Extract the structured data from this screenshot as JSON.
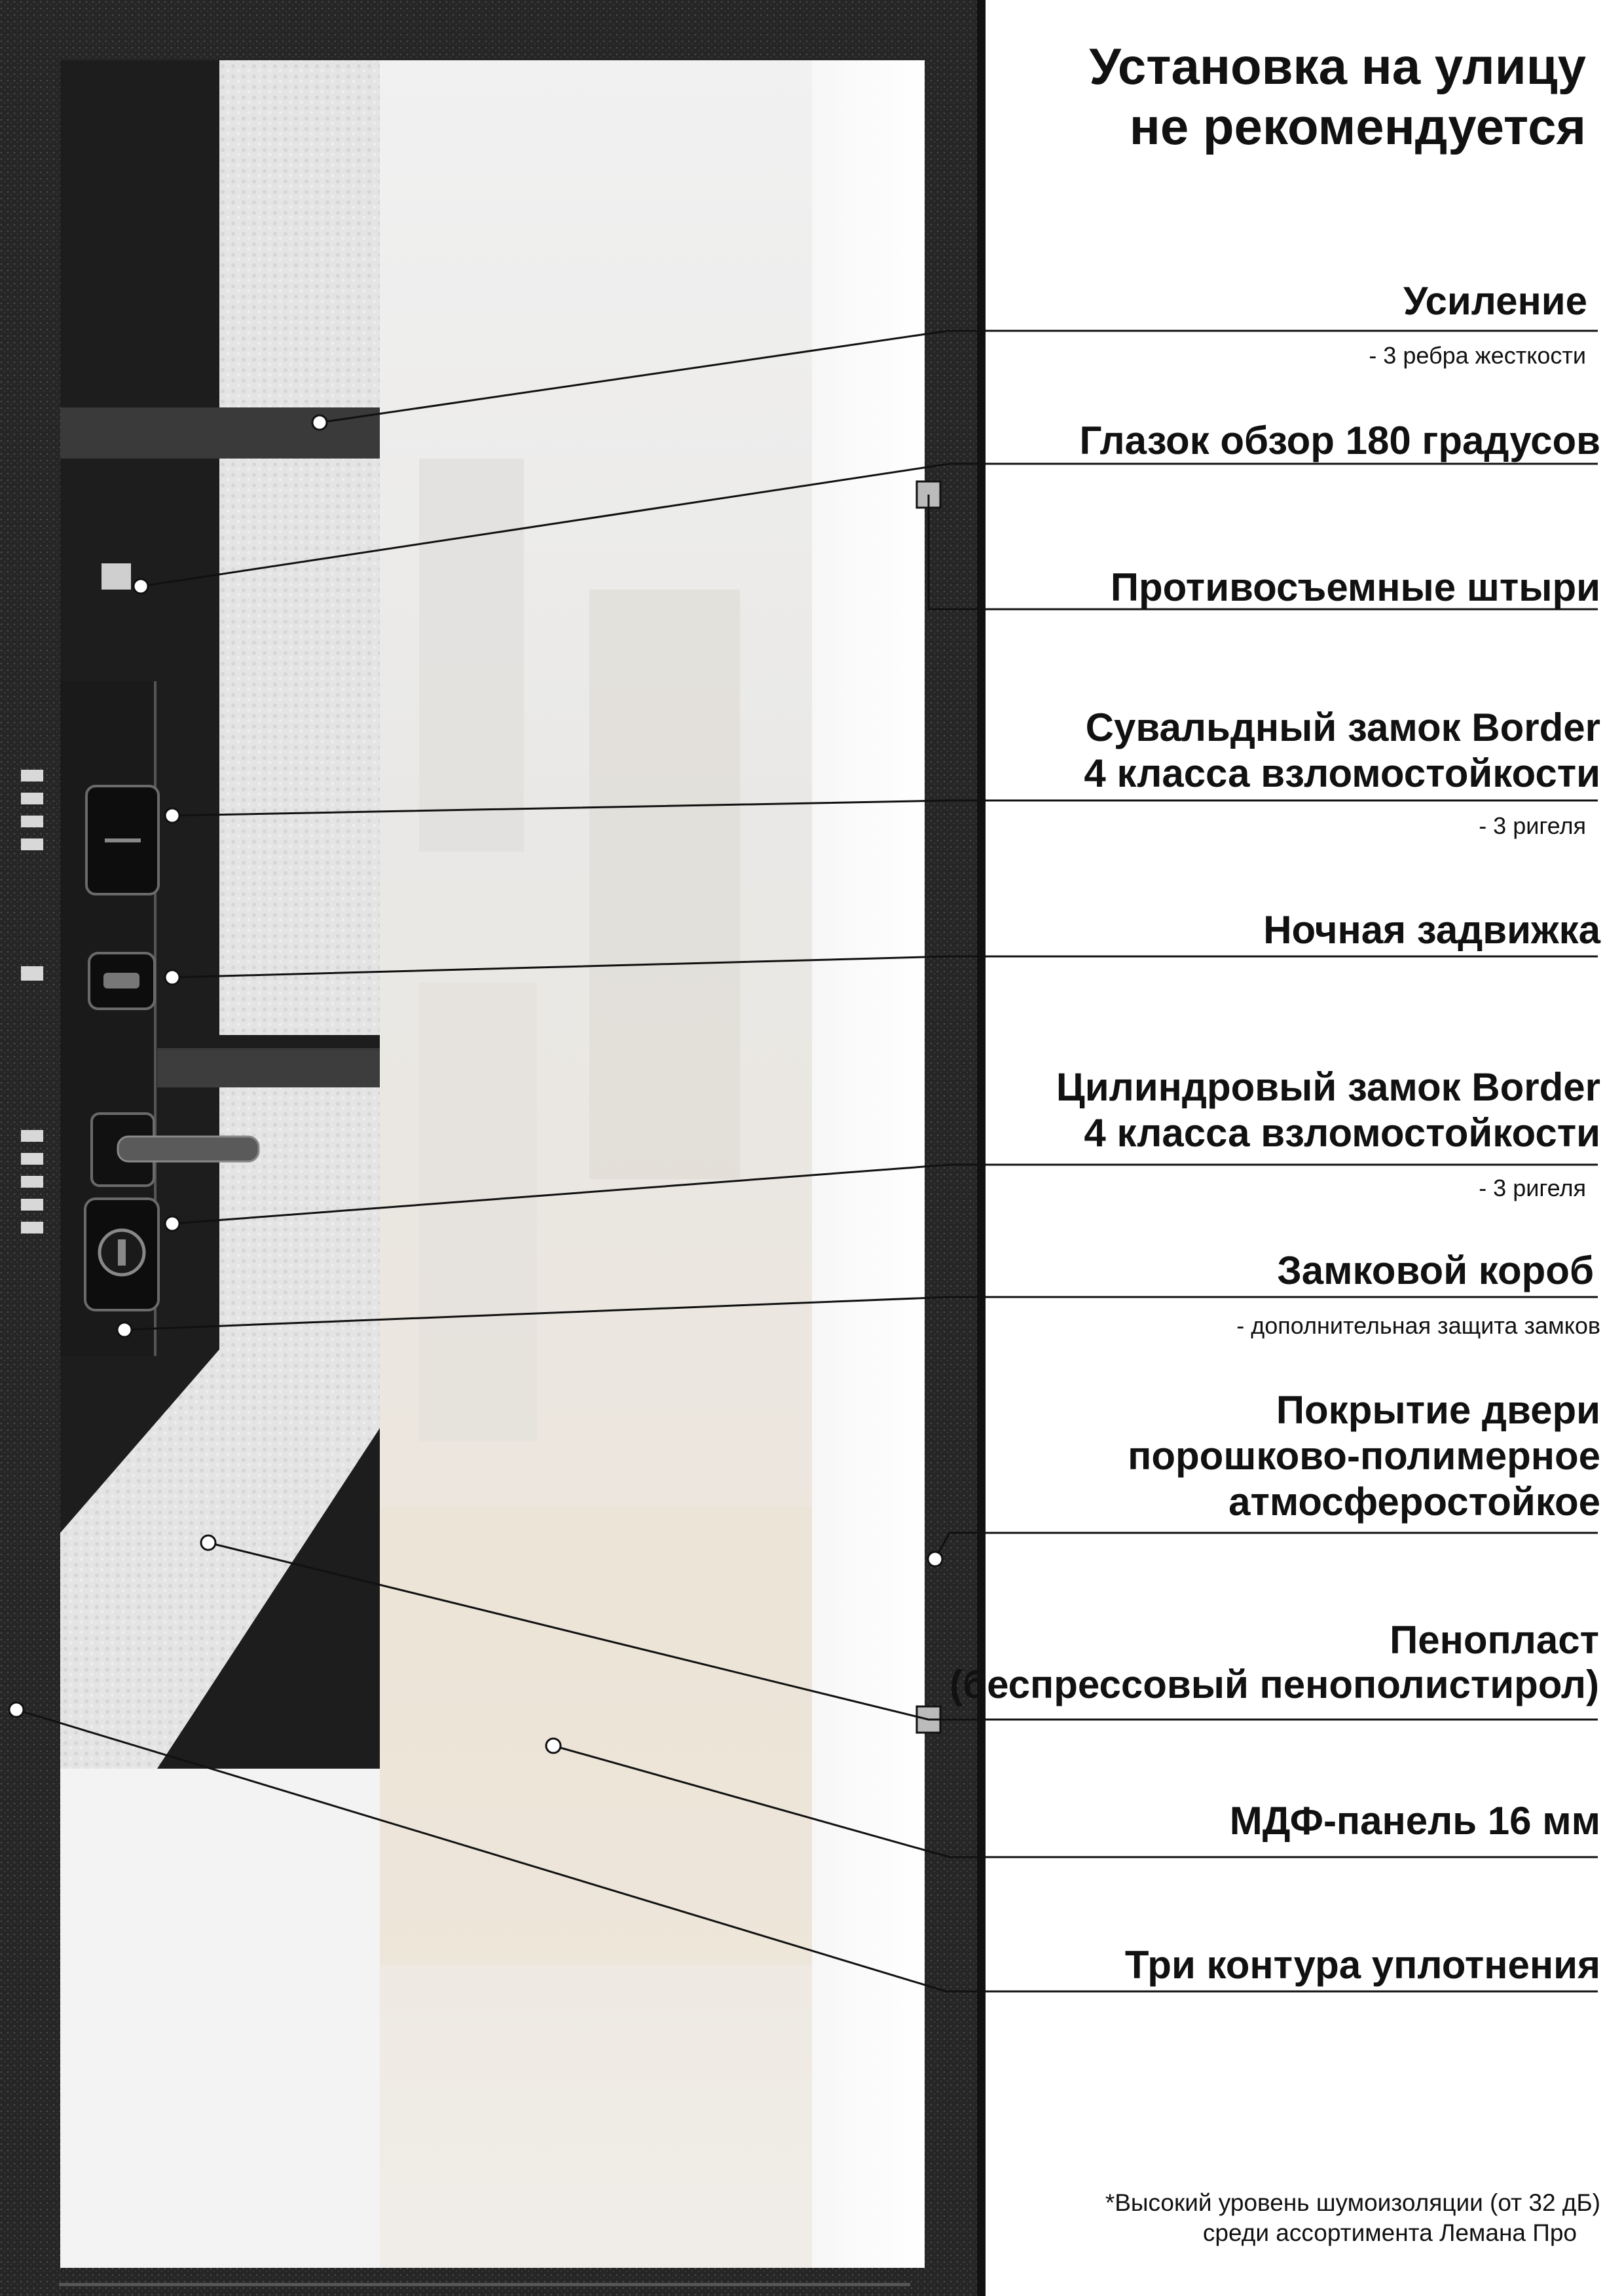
{
  "header": {
    "line1": "Установка на улицу",
    "line2": "не рекомендуется"
  },
  "features": {
    "reinforcement": {
      "title": "Усиление",
      "note": "- 3 ребра жесткости"
    },
    "peephole": {
      "title": "Глазок обзор 180 градусов"
    },
    "anti_removal_pins": {
      "title": "Противосъемные штыри"
    },
    "lever_lock": {
      "line1": "Сувальдный замок Border",
      "line2": "4 класса взломостойкости",
      "note": "- 3 ригеля"
    },
    "night_latch": {
      "title": "Ночная задвижка"
    },
    "cylinder_lock": {
      "line1": "Цилиндровый замок Border",
      "line2": "4 класса взломостойкости",
      "note": "- 3 ригеля"
    },
    "lock_box": {
      "title": "Замковой короб",
      "note": "- дополнительная защита замков"
    },
    "coating": {
      "line1": "Покрытие двери",
      "line2": "порошково-полимерное",
      "line3": "атмосферостойкое"
    },
    "foam": {
      "line1": "Пенопласт",
      "line2": "(беспрессовый пенополистирол)"
    },
    "mdf_panel": {
      "title": "МДФ-панель 16 мм"
    },
    "seal": {
      "title": "Три контура уплотнения"
    }
  },
  "footnote": {
    "line1": "*Высокий уровень шумоизоляции (от 32 дБ)",
    "line2": "среди ассортимента Лемана Про"
  },
  "colors": {
    "frame": "#1c1c1c",
    "steel": "#2e2e2e",
    "foam": "#e6e6e6",
    "mirror": "#ece9e6",
    "text": "#111111"
  },
  "icons": [
    "peephole-icon",
    "handle-icon",
    "lock-plate-icon",
    "cylinder-icon",
    "night-latch-icon"
  ]
}
